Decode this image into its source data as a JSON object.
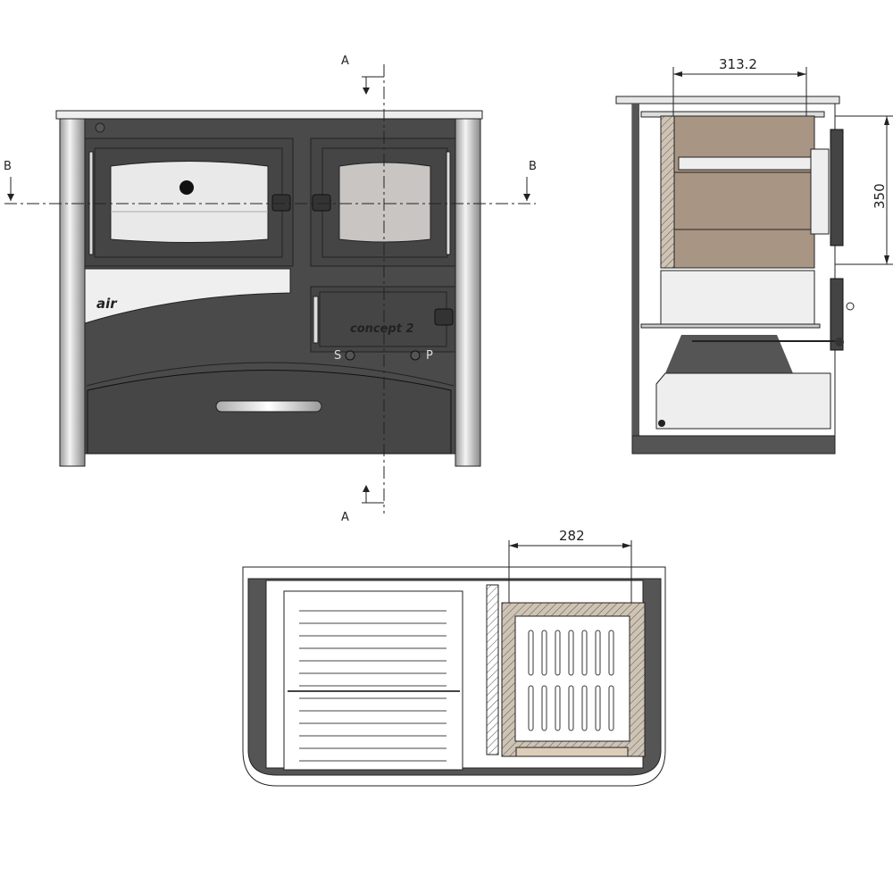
{
  "section_labels": {
    "a_top": "A",
    "a_bottom": "A",
    "b_left": "B",
    "b_right": "B"
  },
  "front_view": {
    "logo_left": "air",
    "logo_door": "concept 2",
    "knob_left_label": "S",
    "knob_right_label": "P"
  },
  "side_view": {
    "dim_width": "313.2",
    "dim_height": "350"
  },
  "top_view": {
    "dim_width": "282"
  },
  "colors": {
    "body": "#4a4a4a",
    "firebrick": "#a89584",
    "brick_light": "#dccdb9",
    "glass": "#c9c5c3",
    "panel": "#e9e9e9"
  }
}
